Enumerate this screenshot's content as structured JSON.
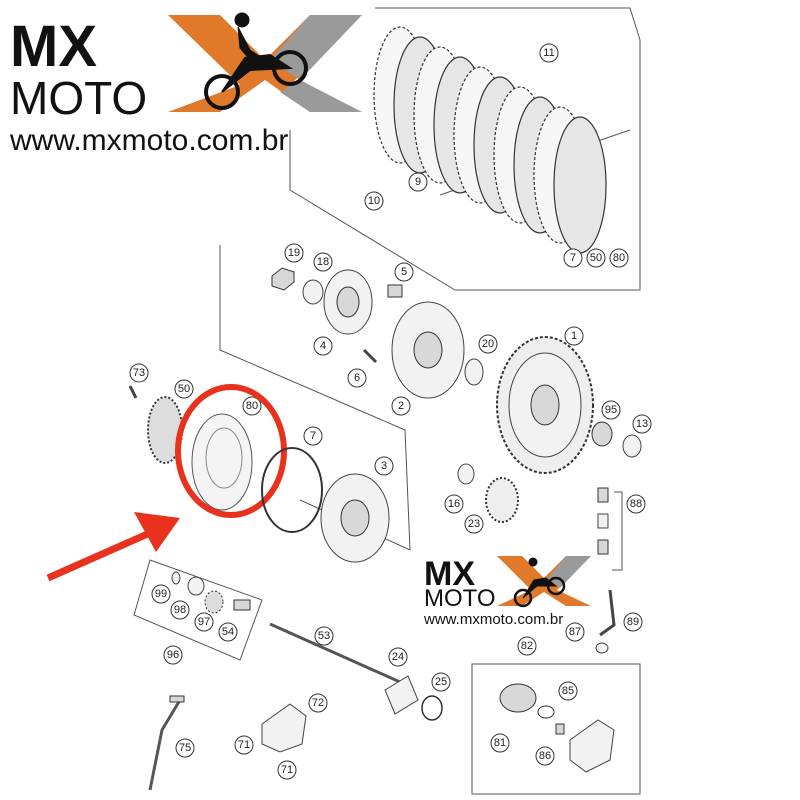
{
  "logo_top": {
    "line1": "MX",
    "line2": "MOTO",
    "url": "www.mxmoto.com.br"
  },
  "logo_small": {
    "line1": "MX",
    "line2": "MOTO",
    "url": "www.mxmoto.com.br"
  },
  "parts": [
    "1",
    "2",
    "3",
    "4",
    "5",
    "6",
    "7",
    "9",
    "10",
    "11",
    "13",
    "16",
    "18",
    "19",
    "20",
    "23",
    "24",
    "25",
    "50",
    "53",
    "54",
    "71",
    "72",
    "73",
    "75",
    "80",
    "81",
    "82",
    "85",
    "86",
    "87",
    "88",
    "89",
    "95",
    "96",
    "97",
    "98",
    "99"
  ],
  "callout_group": {
    "labels": [
      "7",
      "50",
      "80"
    ]
  },
  "colors": {
    "highlight": "#e8321e",
    "logo_orange": "#e07a2a",
    "logo_gray": "#9a9a9a"
  }
}
